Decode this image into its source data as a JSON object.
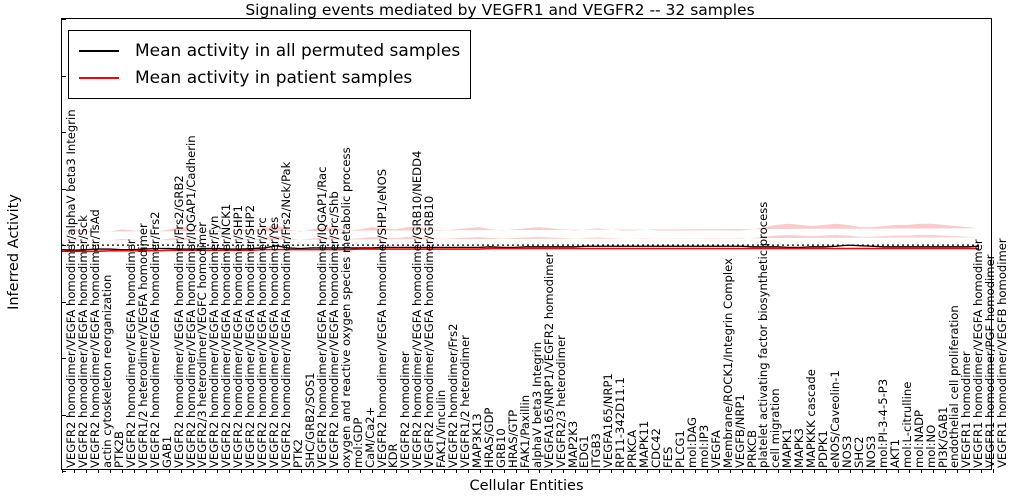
{
  "chart_data": {
    "type": "line",
    "title": "Signaling events mediated by VEGFR1 and VEGFR2 -- 32 samples",
    "xlabel": "Cellular Entities",
    "ylabel": "Inferred Activity",
    "ylim": [
      -4,
      4
    ],
    "yticks": [
      4,
      3,
      2,
      1,
      0,
      -1,
      -2,
      -3,
      -4
    ],
    "grid": false,
    "legend_position": "upper left",
    "n_samples": 32,
    "zero_reference_line": 0,
    "legend": [
      {
        "name": "Mean activity in all permuted samples",
        "color": "#000000"
      },
      {
        "name": "Mean activity in patient samples",
        "color": "#ff0000"
      }
    ],
    "band": {
      "name": "permuted standard deviation band",
      "color": "#f4a0a0",
      "opacity": 0.55
    },
    "categories": [
      "VEGFR2 homodimer/VEGFA homodimer/alphaV beta3 Integrin",
      "VEGFR2 homodimer/VEGFA homodimer/Sck",
      "VEGFR2 homodimer/VEGFA homodimer/TsAd",
      "actin cytoskeleton reorganization",
      "PTK2B",
      "VEGFR2 homodimer/VEGFA homodimer",
      "VEGFR1/2 heterodimer/VEGFA homodimer",
      "VEGFR2 homodimer/VEGFA homodimer/Frs2",
      "GAB1",
      "VEGFR2 homodimer/VEGFA homodimer/Frs2/GRB2",
      "VEGFR2 homodimer/VEGFA homodimer/IQGAP1/Cadherin",
      "VEGFR2/3 heterodimer/VEGFC homodimer",
      "VEGFR2 homodimer/VEGFA homodimer/Fyn",
      "VEGFR2 homodimer/VEGFA homodimer/NCK1",
      "VEGFR2 homodimer/VEGFA homodimer/SHP1",
      "VEGFR2 homodimer/VEGFA homodimer/SHP2",
      "VEGFR2 homodimer/VEGFA homodimer/Src",
      "VEGFR2 homodimer/VEGFA homodimer/Yes",
      "VEGFR2 homodimer/VEGFA homodimer/Frs2/Nck/Pak",
      "PTK2",
      "SHC/GRB2/SOS1",
      "VEGFR2 homodimer/VEGFA homodimer/IQGAP1/Rac",
      "VEGFR2 homodimer/VEGFA homodimer/Src/Shb",
      "oxygen and reactive oxygen species metabolic process",
      "mol:GDP",
      "CaM/Ca2+",
      "VEGFR2 homodimer/VEGFA homodimer/SHP1/eNOS",
      "KDR",
      "VEGFR2 homodimer",
      "VEGFR2 homodimer/VEGFA homodimer/GRB10/NEDD4",
      "VEGFR2 homodimer/VEGFA homodimer/GRB10",
      "FAK1/Vinculin",
      "VEGFR2 homodimer/Frs2",
      "VEGFR1/2 heterodimer",
      "MAP3K13",
      "HRAS/GDP",
      "GRB10",
      "HRAS/GTP",
      "FAK1/Paxillin",
      "alphaV beta3 Integrin",
      "VEGFA165/NRP1/VEGFR2 homodimer",
      "VEGFR2/3 heterodimer",
      "MAP2K3",
      "EDG1",
      "ITGB3",
      "VEGFA165/NRP1",
      "RP11-342D11.1",
      "PRKCA",
      "MAPK11",
      "CDC42",
      "FES",
      "PLCG1",
      "mol:DAG",
      "mol:IP3",
      "VEGFA",
      "Membrane/ROCK1/Integrin Complex",
      "VEGFB/NRP1",
      "PRKCB",
      "platelet activating factor biosynthetic process",
      "cell migration",
      "MAPK1",
      "MAPK3",
      "MAPKKK cascade",
      "PDPK1",
      "eNOS/Caveolin-1",
      "NOS3",
      "SHC2",
      "NOS3",
      "mol:PI-3-4-5-P3",
      "AKT1",
      "mol:L-citrulline",
      "mol:NADP",
      "mol:NO",
      "PI3K/GAB1",
      "endothelial cell proliferation",
      "VEGFR1 homodimer",
      "VEGFR1 homodimer/VEGFA homodimer",
      "VEGFR1 homodimer/PGF homodimer",
      "VEGFR1 homodimer/VEGFB homodimer"
    ],
    "series": [
      {
        "name": "Mean activity in all permuted samples",
        "color": "#000000",
        "values": [
          -0.1,
          -0.11,
          -0.1,
          -0.09,
          -0.09,
          -0.1,
          -0.1,
          -0.09,
          -0.08,
          -0.08,
          -0.09,
          -0.09,
          -0.08,
          -0.08,
          -0.09,
          -0.09,
          -0.08,
          -0.07,
          -0.03,
          -0.07,
          -0.08,
          -0.07,
          -0.07,
          -0.07,
          -0.07,
          -0.07,
          -0.07,
          -0.06,
          -0.06,
          -0.06,
          -0.06,
          -0.06,
          -0.06,
          -0.06,
          -0.06,
          -0.06,
          -0.05,
          -0.06,
          -0.06,
          -0.05,
          -0.05,
          -0.05,
          -0.05,
          -0.05,
          -0.04,
          -0.04,
          -0.04,
          -0.04,
          -0.04,
          -0.04,
          -0.04,
          -0.04,
          -0.04,
          -0.04,
          -0.04,
          -0.04,
          -0.04,
          -0.04,
          -0.05,
          -0.05,
          -0.05,
          -0.06,
          -0.06,
          -0.05,
          -0.05,
          -0.04,
          -0.02,
          -0.03,
          -0.04,
          -0.05,
          -0.05,
          -0.05,
          -0.05,
          -0.05,
          -0.05,
          -0.05,
          -0.05,
          -0.04
        ]
      },
      {
        "name": "Mean activity in patient samples",
        "color": "#ff0000",
        "values": [
          -0.13,
          -0.13,
          -0.13,
          -0.13,
          -0.12,
          -0.12,
          -0.12,
          -0.12,
          -0.12,
          -0.11,
          -0.11,
          -0.11,
          -0.11,
          -0.11,
          -0.11,
          -0.11,
          -0.11,
          -0.1,
          -0.1,
          -0.1,
          -0.1,
          -0.1,
          -0.1,
          -0.1,
          -0.1,
          -0.09,
          -0.09,
          -0.09,
          -0.09,
          -0.09,
          -0.09,
          -0.09,
          -0.09,
          -0.09,
          -0.09,
          -0.09,
          -0.08,
          -0.08,
          -0.08,
          -0.08,
          -0.08,
          -0.08,
          -0.08,
          -0.08,
          -0.08,
          -0.08,
          -0.08,
          -0.08,
          -0.08,
          -0.08,
          -0.08,
          -0.08,
          -0.08,
          -0.08,
          -0.08,
          -0.08,
          -0.08,
          -0.08,
          -0.08,
          -0.08,
          -0.08,
          -0.08,
          -0.08,
          -0.08,
          -0.08,
          -0.08,
          -0.08,
          -0.08,
          -0.08,
          -0.08,
          -0.08,
          -0.08,
          -0.08,
          -0.08,
          -0.08,
          -0.08,
          -0.08,
          -0.08
        ]
      }
    ],
    "band_upper": [
      0.22,
      0.26,
      0.24,
      0.22,
      0.22,
      0.26,
      0.24,
      0.22,
      0.22,
      0.26,
      0.3,
      0.26,
      0.22,
      0.22,
      0.22,
      0.26,
      0.24,
      0.28,
      0.34,
      0.26,
      0.22,
      0.26,
      0.3,
      0.28,
      0.24,
      0.26,
      0.3,
      0.28,
      0.26,
      0.3,
      0.3,
      0.26,
      0.24,
      0.26,
      0.28,
      0.3,
      0.26,
      0.24,
      0.26,
      0.28,
      0.3,
      0.28,
      0.26,
      0.24,
      0.26,
      0.28,
      0.26,
      0.24,
      0.24,
      0.26,
      0.24,
      0.24,
      0.24,
      0.24,
      0.24,
      0.24,
      0.24,
      0.24,
      0.26,
      0.3,
      0.34,
      0.36,
      0.34,
      0.32,
      0.34,
      0.36,
      0.34,
      0.3,
      0.3,
      0.32,
      0.34,
      0.34,
      0.36,
      0.36,
      0.34,
      0.32,
      0.3,
      0.28
    ],
    "band_lower": [
      -0.42,
      -0.46,
      -0.44,
      -0.4,
      -0.4,
      -0.46,
      -0.44,
      -0.4,
      -0.4,
      -0.46,
      -0.5,
      -0.46,
      -0.4,
      -0.4,
      -0.4,
      -0.46,
      -0.44,
      -0.48,
      -0.54,
      -0.46,
      -0.4,
      -0.46,
      -0.5,
      -0.48,
      -0.44,
      -0.46,
      -0.5,
      -0.48,
      -0.46,
      -0.5,
      -0.5,
      -0.46,
      -0.44,
      -0.46,
      -0.48,
      -0.5,
      -0.46,
      -0.44,
      -0.46,
      -0.48,
      -0.5,
      -0.48,
      -0.46,
      -0.44,
      -0.46,
      -0.48,
      -0.46,
      -0.44,
      -0.44,
      -0.46,
      -0.44,
      -0.44,
      -0.44,
      -0.44,
      -0.44,
      -0.44,
      -0.44,
      -0.44,
      -0.46,
      -0.5,
      -0.54,
      -0.56,
      -0.54,
      -0.52,
      -0.54,
      -0.56,
      -0.54,
      -0.5,
      -0.5,
      -0.52,
      -0.54,
      -0.54,
      -0.56,
      -0.56,
      -0.54,
      -0.52,
      -0.5,
      -0.48
    ],
    "dotted_line": [
      -0.02,
      -0.02,
      -0.02,
      -0.02,
      -0.02,
      -0.02,
      -0.02,
      -0.02,
      -0.02,
      -0.02,
      -0.02,
      -0.02,
      -0.02,
      -0.02,
      -0.02,
      -0.02,
      -0.02,
      -0.02,
      -0.02,
      -0.02,
      -0.02,
      -0.02,
      -0.02,
      -0.02,
      -0.02,
      -0.02,
      -0.02,
      -0.02,
      -0.02,
      -0.02,
      -0.02,
      -0.02,
      -0.02,
      -0.02,
      -0.02,
      -0.02,
      -0.02,
      -0.02,
      -0.02,
      -0.02,
      -0.02,
      -0.02,
      -0.02,
      -0.02,
      -0.02,
      -0.02,
      -0.02,
      -0.02,
      -0.02,
      -0.02,
      -0.02,
      -0.02,
      -0.02,
      -0.02,
      -0.02,
      -0.02,
      -0.02,
      -0.02,
      -0.02,
      -0.02,
      -0.02,
      -0.02,
      -0.02,
      -0.02,
      -0.02,
      -0.02,
      -0.02,
      -0.02,
      -0.02,
      -0.02,
      -0.02,
      -0.02,
      -0.02,
      -0.02,
      -0.02,
      -0.02,
      -0.02,
      -0.02
    ]
  }
}
